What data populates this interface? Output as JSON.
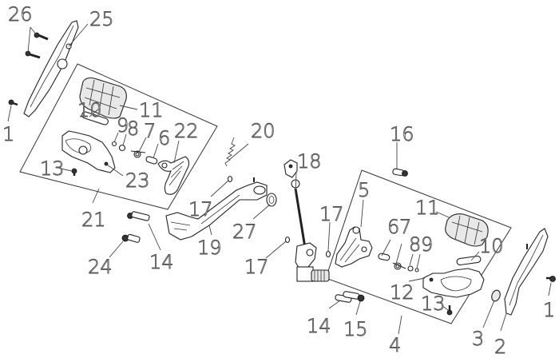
{
  "diagram": {
    "title": "Footrest / Brake Pedal / Shift Lever Assembly",
    "labels": [
      {
        "id": "l26",
        "text": "26"
      },
      {
        "id": "l25",
        "text": "25"
      },
      {
        "id": "l1a",
        "text": "1"
      },
      {
        "id": "l10a",
        "text": "10"
      },
      {
        "id": "l11a",
        "text": "11"
      },
      {
        "id": "l9a",
        "text": "9"
      },
      {
        "id": "l8a",
        "text": "8"
      },
      {
        "id": "l7a",
        "text": "7"
      },
      {
        "id": "l6a",
        "text": "6"
      },
      {
        "id": "l22",
        "text": "22"
      },
      {
        "id": "l13a",
        "text": "13"
      },
      {
        "id": "l23",
        "text": "23"
      },
      {
        "id": "l21",
        "text": "21"
      },
      {
        "id": "l20",
        "text": "20"
      },
      {
        "id": "l17a",
        "text": "17"
      },
      {
        "id": "l24",
        "text": "24"
      },
      {
        "id": "l14a",
        "text": "14"
      },
      {
        "id": "l19",
        "text": "19"
      },
      {
        "id": "l27",
        "text": "27"
      },
      {
        "id": "l17b",
        "text": "17"
      },
      {
        "id": "l18",
        "text": "18"
      },
      {
        "id": "l16",
        "text": "16"
      },
      {
        "id": "l5",
        "text": "5"
      },
      {
        "id": "l17c",
        "text": "17"
      },
      {
        "id": "l11b",
        "text": "11"
      },
      {
        "id": "l6b",
        "text": "6"
      },
      {
        "id": "l7b",
        "text": "7"
      },
      {
        "id": "l8b",
        "text": "8"
      },
      {
        "id": "l9b",
        "text": "9"
      },
      {
        "id": "l10b",
        "text": "10"
      },
      {
        "id": "l12",
        "text": "12"
      },
      {
        "id": "l13b",
        "text": "13"
      },
      {
        "id": "l14b",
        "text": "14"
      },
      {
        "id": "l15",
        "text": "15"
      },
      {
        "id": "l4",
        "text": "4"
      },
      {
        "id": "l3",
        "text": "3"
      },
      {
        "id": "l2",
        "text": "2"
      },
      {
        "id": "l1b",
        "text": "1"
      }
    ]
  }
}
